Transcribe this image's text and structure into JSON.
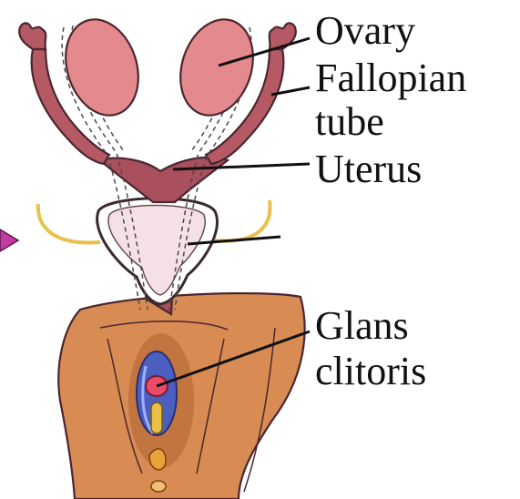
{
  "labels": {
    "ovary": "Ovary",
    "fallopian_tube_line1": "Fallopian",
    "fallopian_tube_line2": "tube",
    "uterus": "Uterus",
    "glans_line1": "Glans",
    "glans_line2": "clitoris"
  },
  "colors": {
    "ovary": "#e48a8f",
    "fallopian_tube": "#b55a65",
    "uterus": "#a94f5e",
    "bladder": "#f4e0e6",
    "yellow_cord": "#e9c14a",
    "skin": "#d88b52",
    "skin_dark": "#b06430",
    "clitoris_outer": "#4a5fc0",
    "clitoris_inner": "#e84a68",
    "arrow": "#c23ba3"
  }
}
